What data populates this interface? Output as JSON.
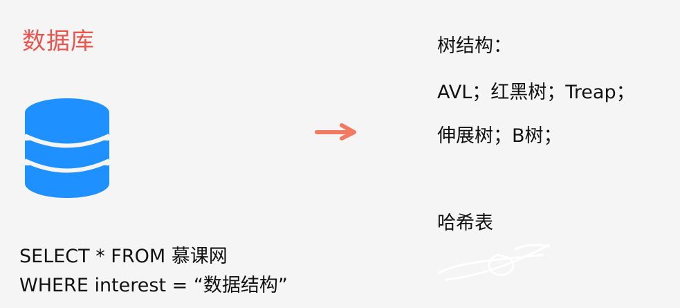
{
  "title": "数据库",
  "sql": {
    "line1": "SELECT * FROM 慕课网",
    "line2": "WHERE interest = “数据结构”"
  },
  "right": {
    "heading": "树结构：",
    "line1": "AVL；红黑树；Treap；",
    "line2": "伸展树；B树；",
    "line3": "哈希表"
  },
  "colors": {
    "accent_red": "#e8554f",
    "database_blue": "#1e90ff"
  },
  "icons": {
    "database": "database-icon",
    "arrow": "arrow-right-icon"
  }
}
